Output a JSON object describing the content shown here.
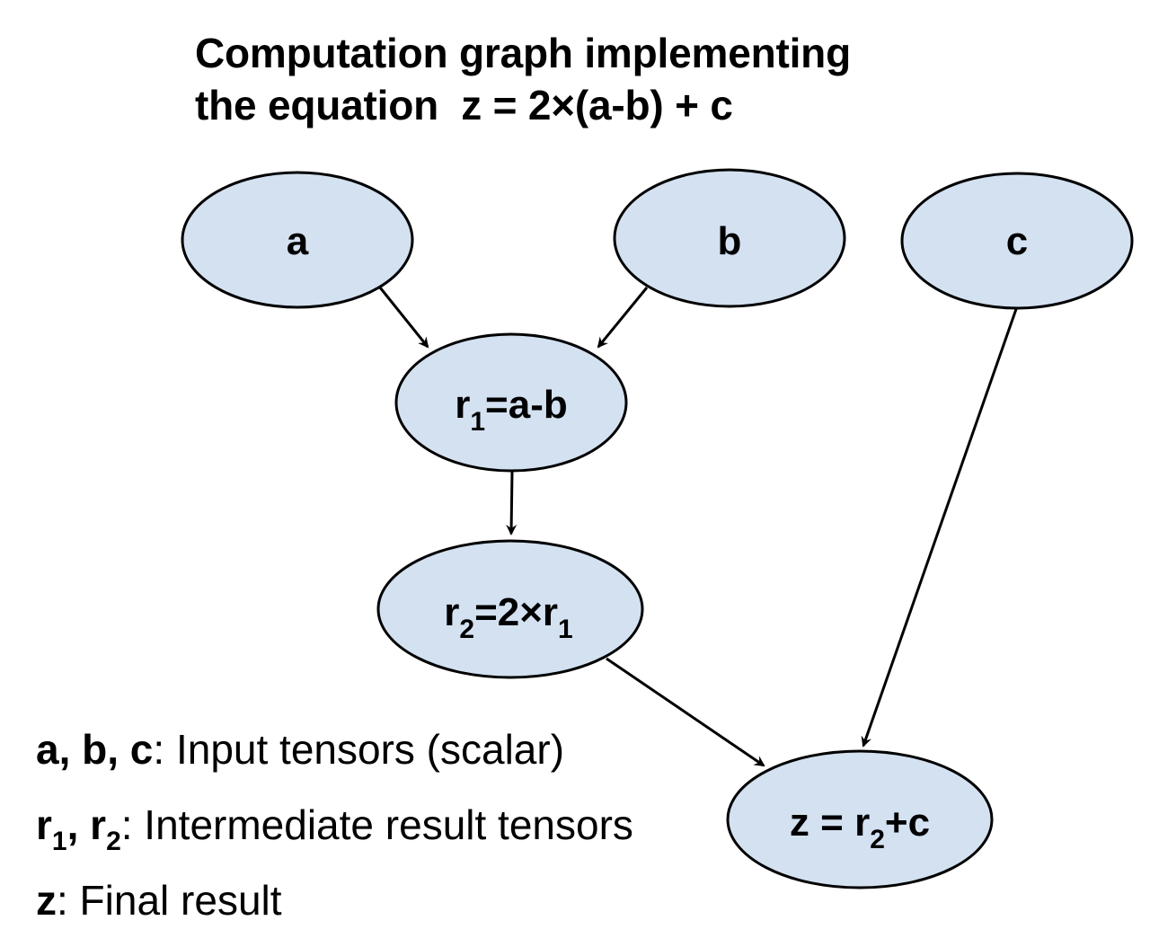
{
  "title": {
    "line1": "Computation graph implementing",
    "line2": "the equation  z = 2×(a-b) + c"
  },
  "nodes": {
    "a": {
      "label": "a"
    },
    "b": {
      "label": "b"
    },
    "c": {
      "label": "c"
    },
    "r1": {
      "base": "r",
      "sub": "1",
      "rest": "=a-b"
    },
    "r2": {
      "base": "r",
      "sub": "2",
      "mid": "=2×r",
      "sub2": "1"
    },
    "z": {
      "base": "z = r",
      "sub": "2",
      "rest": "+c"
    }
  },
  "edges": [
    {
      "from": "a",
      "to": "r1"
    },
    {
      "from": "b",
      "to": "r1"
    },
    {
      "from": "r1",
      "to": "r2"
    },
    {
      "from": "r2",
      "to": "z"
    },
    {
      "from": "c",
      "to": "z"
    }
  ],
  "legend": {
    "row1": {
      "terms": "a, b, c",
      "desc": ": Input tensors (scalar)"
    },
    "row2": {
      "t1": "r",
      "t1_sub": "1",
      "sep": ", ",
      "t2": "r",
      "t2_sub": "2",
      "desc": ": Intermediate result tensors"
    },
    "row3": {
      "terms": "z",
      "desc": ": Final result"
    }
  },
  "colors": {
    "node_fill": "#d3e1f1",
    "stroke": "#000000"
  }
}
